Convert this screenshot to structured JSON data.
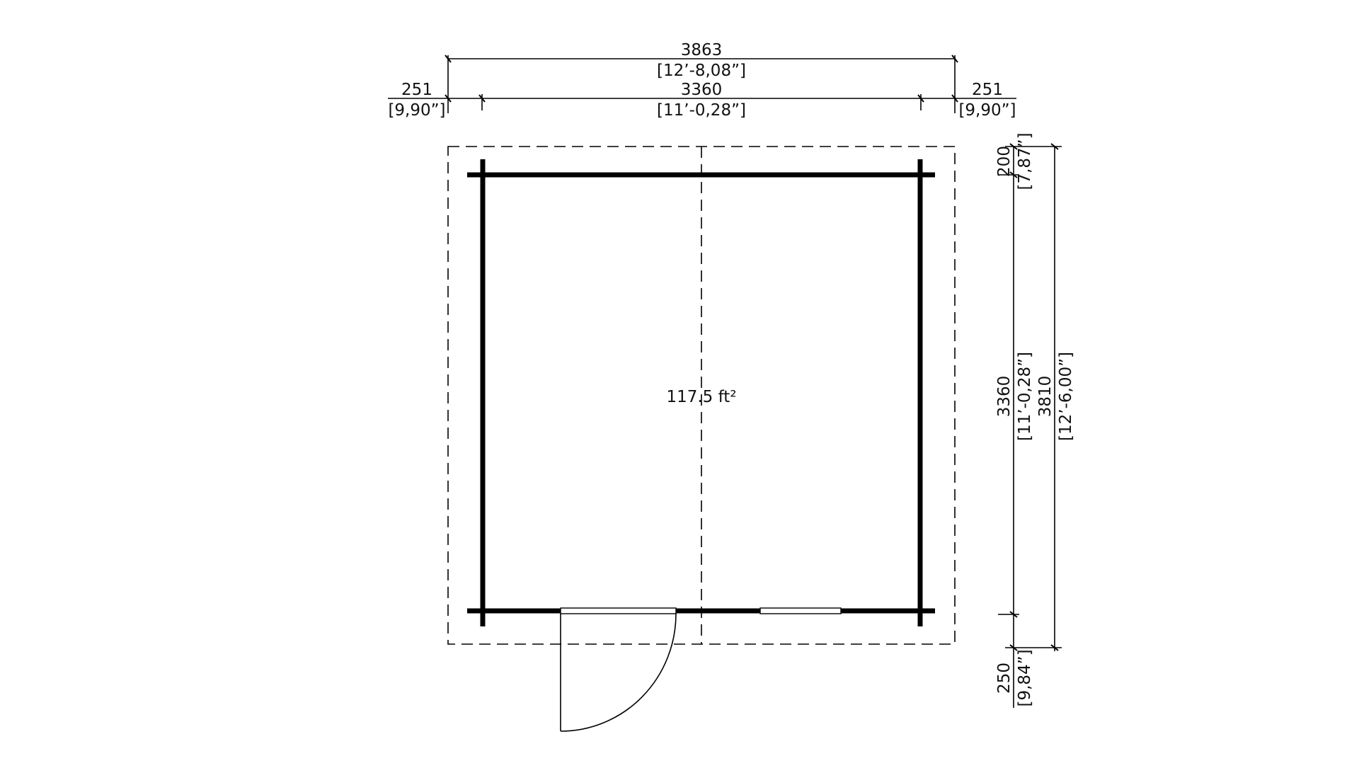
{
  "area_label": "117.5 ft²",
  "dimensions": {
    "overall_width": "3863",
    "overall_width_imperial": "[12’-8,08”]",
    "inner_width": "3360",
    "inner_width_imperial": "[11’-0,28”]",
    "left_overhang": "251",
    "left_overhang_imperial": "[9,90”]",
    "right_overhang": "251",
    "right_overhang_imperial": "[9,90”]",
    "top_overhang": "200",
    "top_overhang_imperial": "[7,87”]",
    "inner_depth": "3360",
    "inner_depth_imperial": "[11’-0,28”]",
    "overall_depth": "3810",
    "overall_depth_imperial": "[12’-6,00”]",
    "bottom_overhang": "250",
    "bottom_overhang_imperial": "[9,84”]"
  },
  "colors": {
    "line": "#000000",
    "background": "#ffffff"
  }
}
